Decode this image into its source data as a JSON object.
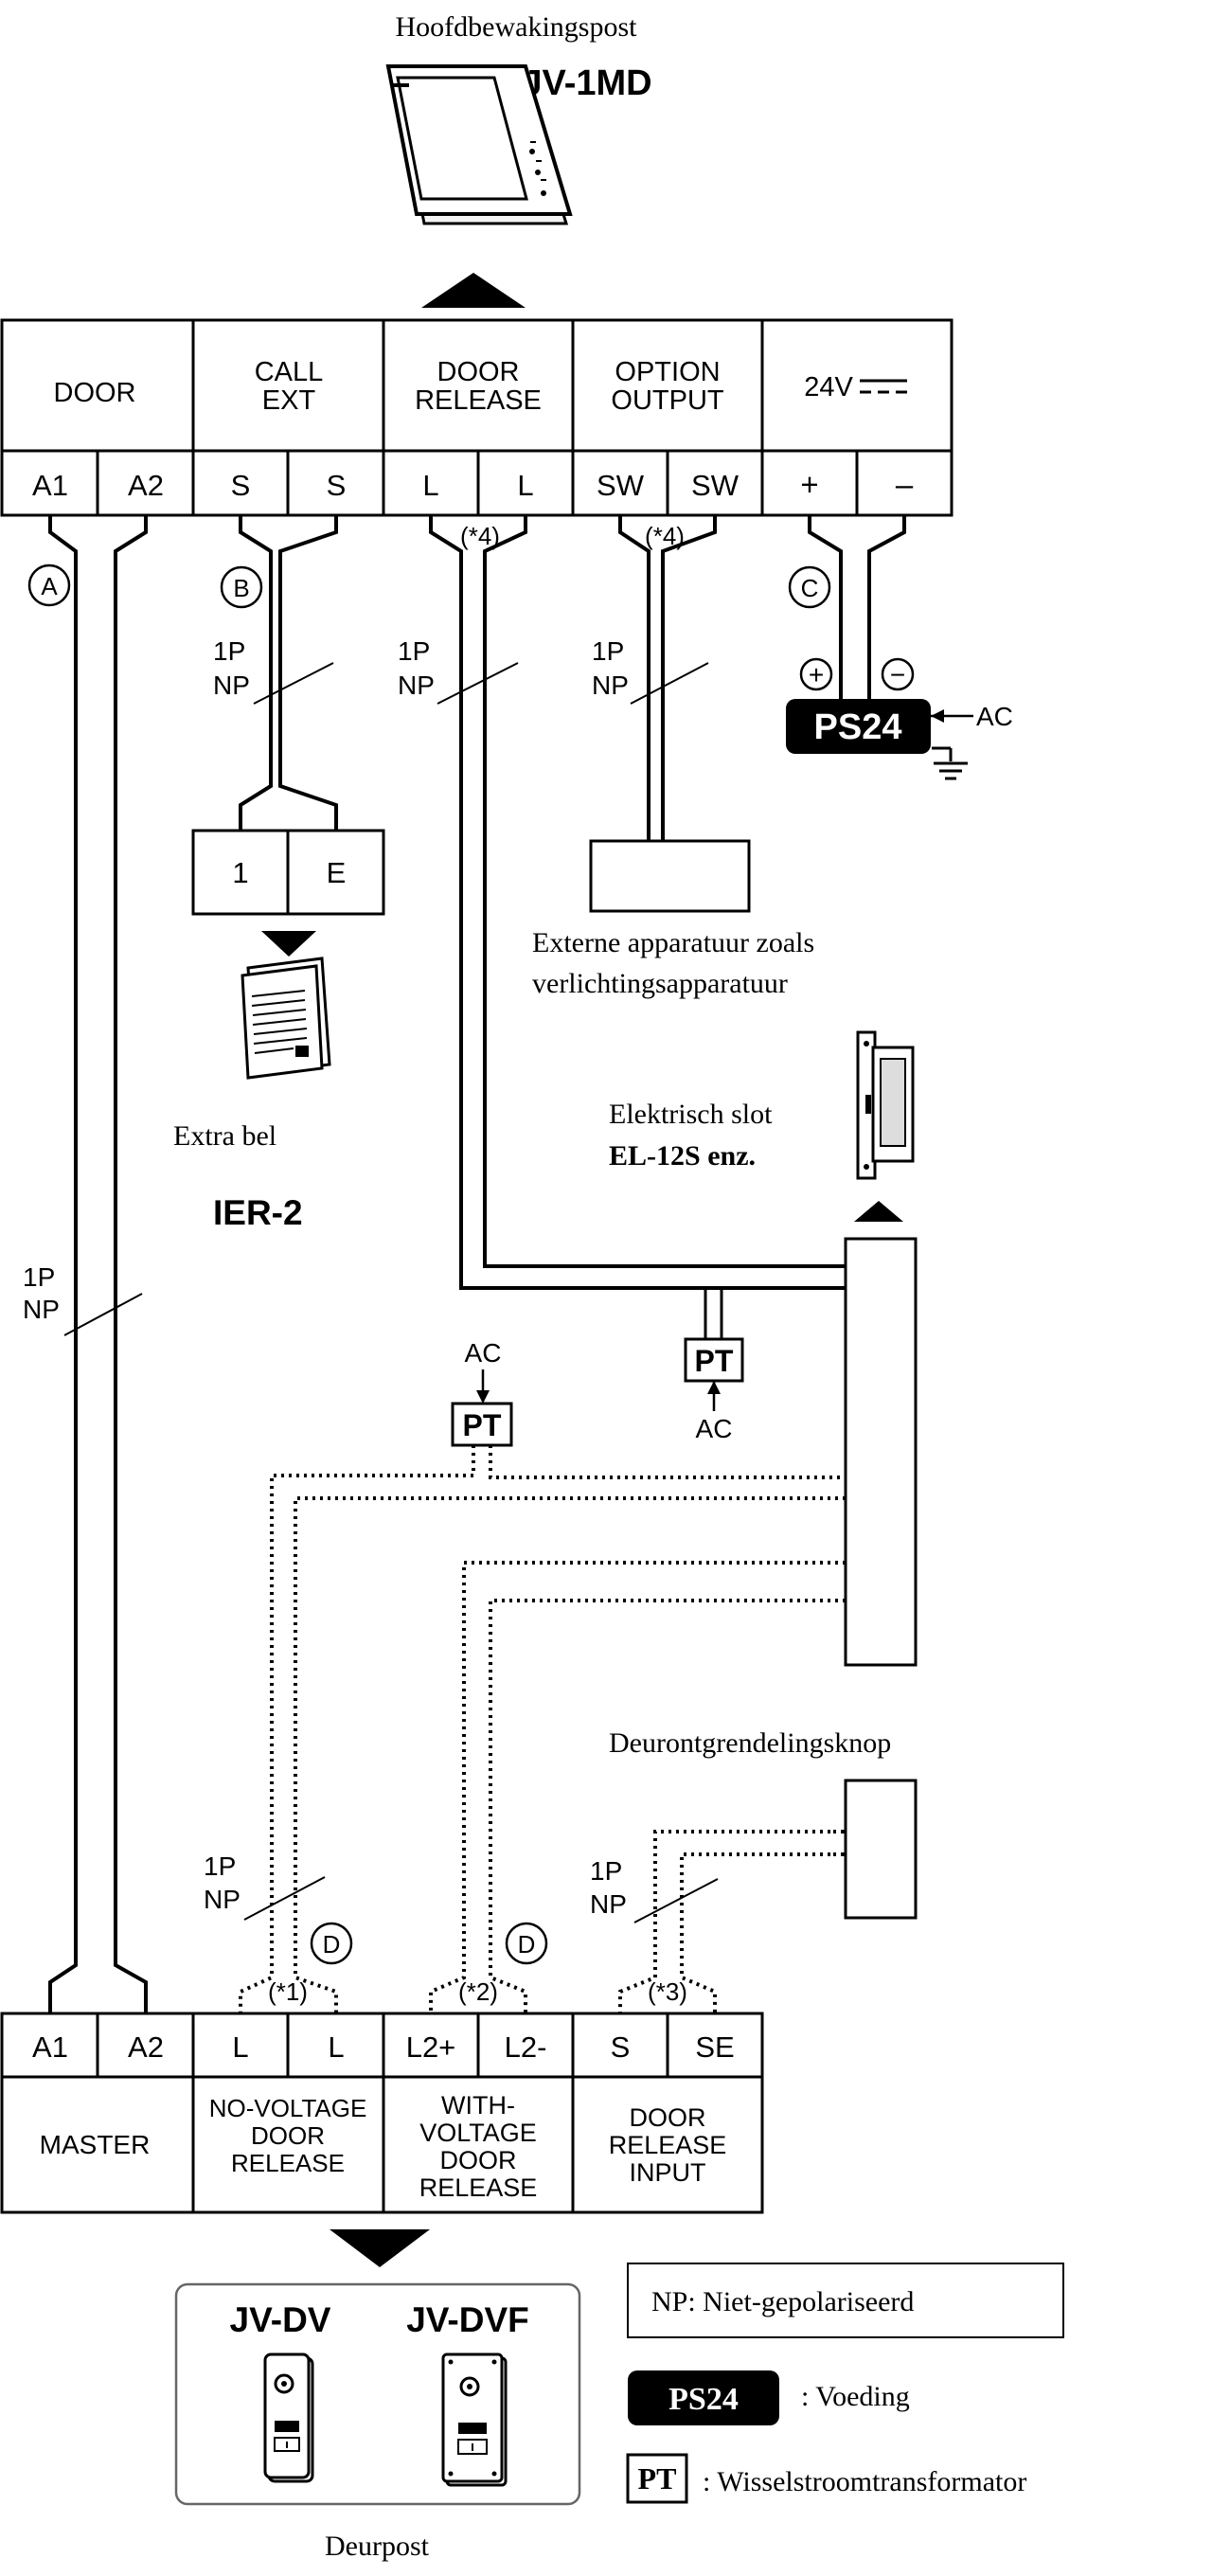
{
  "labels": {
    "main_station_caption": "Hoofdbewakingspost",
    "main_station_model": "JV-1MD",
    "chime_caption": "Extra bel",
    "chime_model": "IER-2",
    "external_caption_line1": "Externe apparatuur zoals",
    "external_caption_line2": "verlichtingsapparatuur",
    "lock_caption": "Elektrisch slot",
    "lock_model": "EL-12S enz.",
    "release_button_caption": "Deurontgrendelingsknop",
    "door_station_caption": "Deurpost",
    "door_station_model_1": "JV-DV",
    "door_station_model_2": "JV-DVF"
  },
  "top_terminal_block": {
    "groups": [
      {
        "line1": "DOOR",
        "line2": ""
      },
      {
        "line1": "CALL",
        "line2": "EXT"
      },
      {
        "line1": "DOOR",
        "line2": "RELEASE"
      },
      {
        "line1": "OPTION",
        "line2": "OUTPUT"
      },
      {
        "line1": "24V",
        "line2": ""
      }
    ],
    "terminals": [
      "A1",
      "A2",
      "S",
      "S",
      "L",
      "L",
      "SW",
      "SW",
      "+",
      "–"
    ]
  },
  "bottom_terminal_block": {
    "groups": [
      {
        "lines": [
          "MASTER"
        ]
      },
      {
        "lines": [
          "NO-VOLTAGE",
          "DOOR",
          "RELEASE"
        ]
      },
      {
        "lines": [
          "WITH-",
          "VOLTAGE",
          "DOOR",
          "RELEASE"
        ]
      },
      {
        "lines": [
          "DOOR",
          "RELEASE",
          "INPUT"
        ]
      }
    ],
    "terminals": [
      "A1",
      "A2",
      "L",
      "L",
      "L2+",
      "L2-",
      "S",
      "SE"
    ]
  },
  "chime_terminals": [
    "1",
    "E"
  ],
  "cable_notes": {
    "note_4": "(*4)",
    "note_1": "(*1)",
    "note_2": "(*2)",
    "note_3": "(*3)"
  },
  "circle_markers": {
    "a": "A",
    "b": "B",
    "c": "C",
    "d": "D"
  },
  "cable_type": {
    "line1": "1P",
    "line2": "NP"
  },
  "power": {
    "ps24": "PS24",
    "ac": "AC",
    "plus": "+",
    "minus": "−",
    "pt": "PT"
  },
  "legend": {
    "np_text": "NP: Niet-gepolariseerd",
    "ps24_badge": "PS24",
    "ps24_text": ": Voeding",
    "pt_badge": "PT",
    "pt_text": ": Wisselstroomtransformator"
  }
}
